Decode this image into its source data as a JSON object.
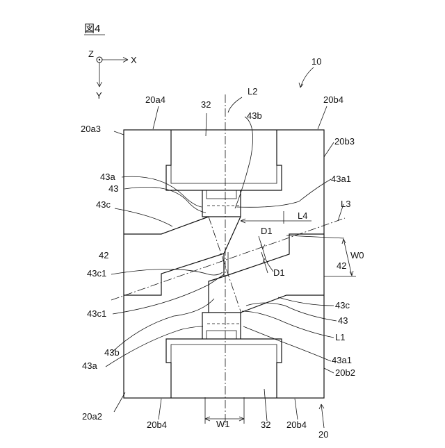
{
  "figure_title": "図4",
  "axes": {
    "z": "Z",
    "x": "X",
    "y": "Y"
  },
  "labels": {
    "ref_10": "10",
    "l2": "L2",
    "p32_top": "32",
    "p20a4": "20a4",
    "p20b4_top": "20b4",
    "p20a3": "20a3",
    "p43b_top": "43b",
    "p20b3": "20b3",
    "p43a_left": "43a",
    "p43_left": "43",
    "p43c_left": "43c",
    "p43a1_top": "43a1",
    "l3": "L3",
    "l4": "L4",
    "d1_top": "D1",
    "w0": "W0",
    "p42_left": "42",
    "p42_right": "42",
    "d1_bottom": "D1",
    "p43c1_a": "43c1",
    "p43c1_b": "43c1",
    "p43c_right": "43c",
    "p43_right": "43",
    "l1": "L1",
    "p43b_bottom": "43b",
    "p43a_bottom": "43a",
    "p43a1_bottom": "43a1",
    "p20b2": "20b2",
    "p20a2": "20a2",
    "p20b4_bl": "20b4",
    "w1": "W1",
    "p32_bottom": "32",
    "p20b4_br": "20b4",
    "p20": "20"
  }
}
